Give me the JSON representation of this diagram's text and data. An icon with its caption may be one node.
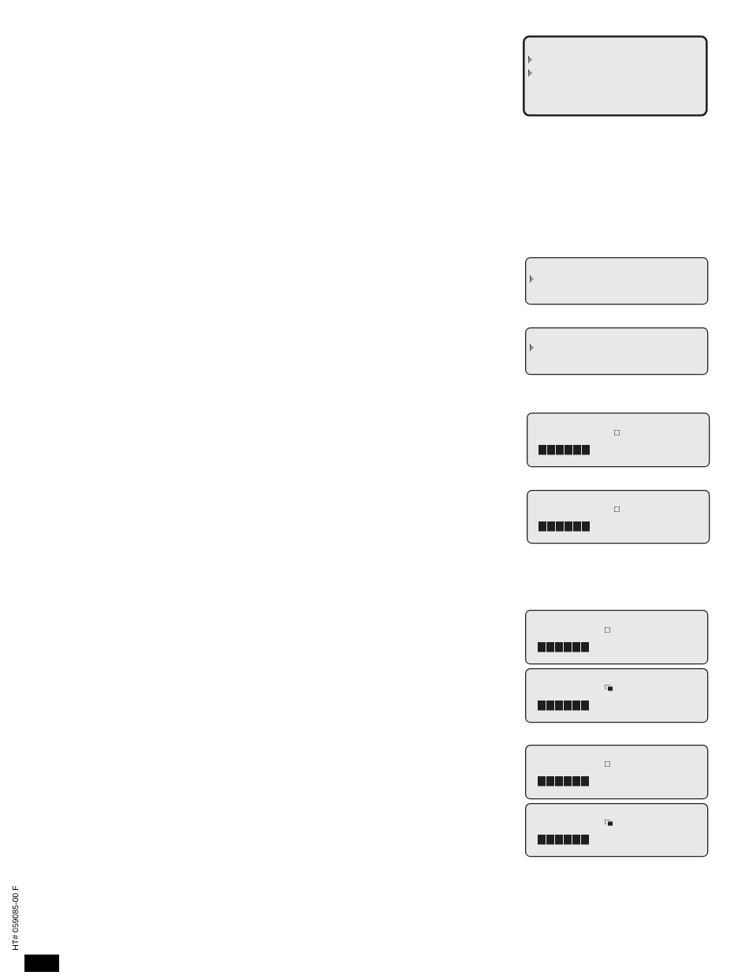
{
  "diagram": {
    "nodes": [
      {
        "text": [],
        "shape": "box"
      },
      {
        "text": [],
        "shape": "box"
      },
      {
        "text": [],
        "shape": "box"
      },
      {
        "text": [],
        "shape": "box"
      },
      {
        "text": [],
        "shape": "box"
      },
      {
        "text": [],
        "shape": "box"
      },
      {
        "text": [],
        "shape": "box"
      },
      {
        "text": [],
        "shape": "box"
      },
      {
        "text": [],
        "shape": "box"
      }
    ],
    "labels": [
      "HT# 059085-00 F"
    ]
  }
}
